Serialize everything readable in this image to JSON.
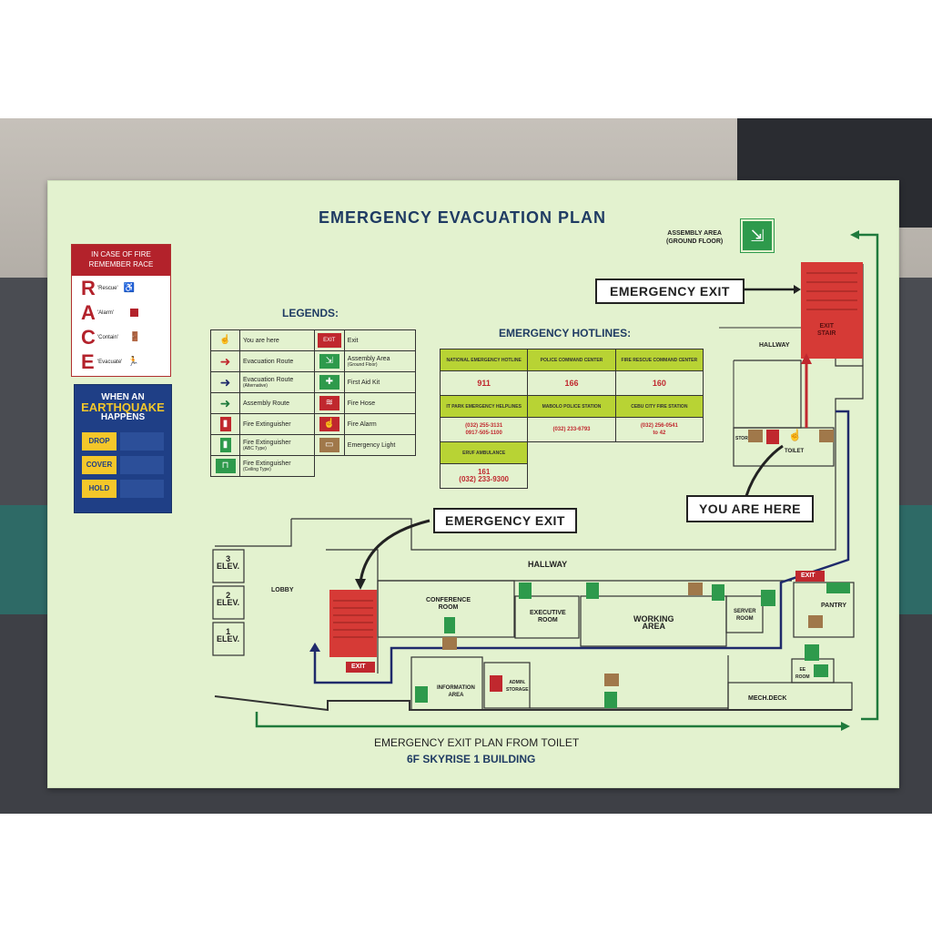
{
  "plan": {
    "title": "EMERGENCY EVACUATION PLAN",
    "assembly_area": [
      "ASSEMBLY AREA",
      "(GROUND FLOOR)"
    ],
    "footer_line1": "EMERGENCY EXIT PLAN FROM TOILET",
    "footer_line2": "6F SKYRISE 1 BUILDING"
  },
  "race": {
    "head1": "IN CASE OF FIRE",
    "head2": "REMEMBER RACE",
    "rows": [
      {
        "letter": "R",
        "word": "'Rescue'"
      },
      {
        "letter": "A",
        "word": "'Alarm'"
      },
      {
        "letter": "C",
        "word": "'Contain'"
      },
      {
        "letter": "E",
        "word": "'Evacuate'"
      }
    ]
  },
  "earthquake": {
    "head1": "WHEN AN",
    "head2": "EARTHQUAKE",
    "head3": "HAPPENS",
    "actions": [
      "DROP",
      "COVER",
      "HOLD"
    ]
  },
  "legends": {
    "title": "LEGENDS:",
    "rows": [
      {
        "left_label": "You are here",
        "left_sub": "",
        "right_label": "Exit",
        "right_sub": ""
      },
      {
        "left_label": "Evacuation Route",
        "left_sub": "",
        "right_label": "Assembly Area",
        "right_sub": "(Ground Floor)"
      },
      {
        "left_label": "Evacuation Route",
        "left_sub": "(Alternative)",
        "right_label": "First Aid Kit",
        "right_sub": ""
      },
      {
        "left_label": "Assembly Route",
        "left_sub": "",
        "right_label": "Fire Hose",
        "right_sub": ""
      },
      {
        "left_label": "Fire Extinguisher",
        "left_sub": "",
        "right_label": "Fire Alarm",
        "right_sub": ""
      },
      {
        "left_label": "Fire Extinguisher",
        "left_sub": "(ABC Type)",
        "right_label": "Emergency Light",
        "right_sub": ""
      },
      {
        "left_label": "Fire Extinguisher",
        "left_sub": "(Ceiling Type)",
        "right_label": "",
        "right_sub": ""
      }
    ],
    "exit_sign": "EXIT"
  },
  "hotlines": {
    "title": "EMERGENCY HOTLINES:",
    "entries": [
      {
        "name": "NATIONAL EMERGENCY HOTLINE",
        "number": "911"
      },
      {
        "name": "POLICE COMMAND CENTER",
        "number": "166"
      },
      {
        "name": "FIRE RESCUE COMMAND CENTER",
        "number": "160"
      },
      {
        "name": "IT PARK EMERGENCY HELPLINES",
        "number": "(032) 255-3131\n0917-505-1100"
      },
      {
        "name": "MABOLO POLICE STATION",
        "number": "(032) 233-6793"
      },
      {
        "name": "CEBU CITY FIRE STATION",
        "number": "(032) 256-0541\nto 42"
      },
      {
        "name": "ERUF AMBULANCE",
        "number": "161\n(032) 233-9300"
      }
    ]
  },
  "callouts": {
    "exit_top": "EMERGENCY EXIT",
    "exit_mid": "EMERGENCY EXIT",
    "you_are_here": "YOU ARE HERE"
  },
  "map_labels": {
    "exit_stair": "EXIT\nSTAIR",
    "hallway_top": "HALLWAY",
    "hallway_main": "HALLWAY",
    "lobby": "LOBBY",
    "elev3": "3\nELEV.",
    "elev2": "2\nELEV.",
    "elev1": "1\nELEV.",
    "conference": "CONFERENCE\nROOM",
    "executive": "EXECUTIVE\nROOM",
    "working": "WORKING\nAREA",
    "server": "SERVER\nROOM",
    "pantry": "PANTRY",
    "information": "INFORMATION\nAREA",
    "admin": "ADMIN.\nSTORAGE",
    "mech": "MECH.DECK",
    "toilet": "TOILET",
    "stor": "STOR",
    "ee_room": "EE\nROOM",
    "exit_sign_left": "EXIT",
    "exit_sign_right": "EXIT"
  },
  "colors": {
    "board": "#e3f2cf",
    "route_primary": "#c0282e",
    "route_alt": "#1f2a6b",
    "route_assembly": "#1f7a3c",
    "exit_stair": "#d63a36",
    "hotline_header": "#b8d334"
  }
}
